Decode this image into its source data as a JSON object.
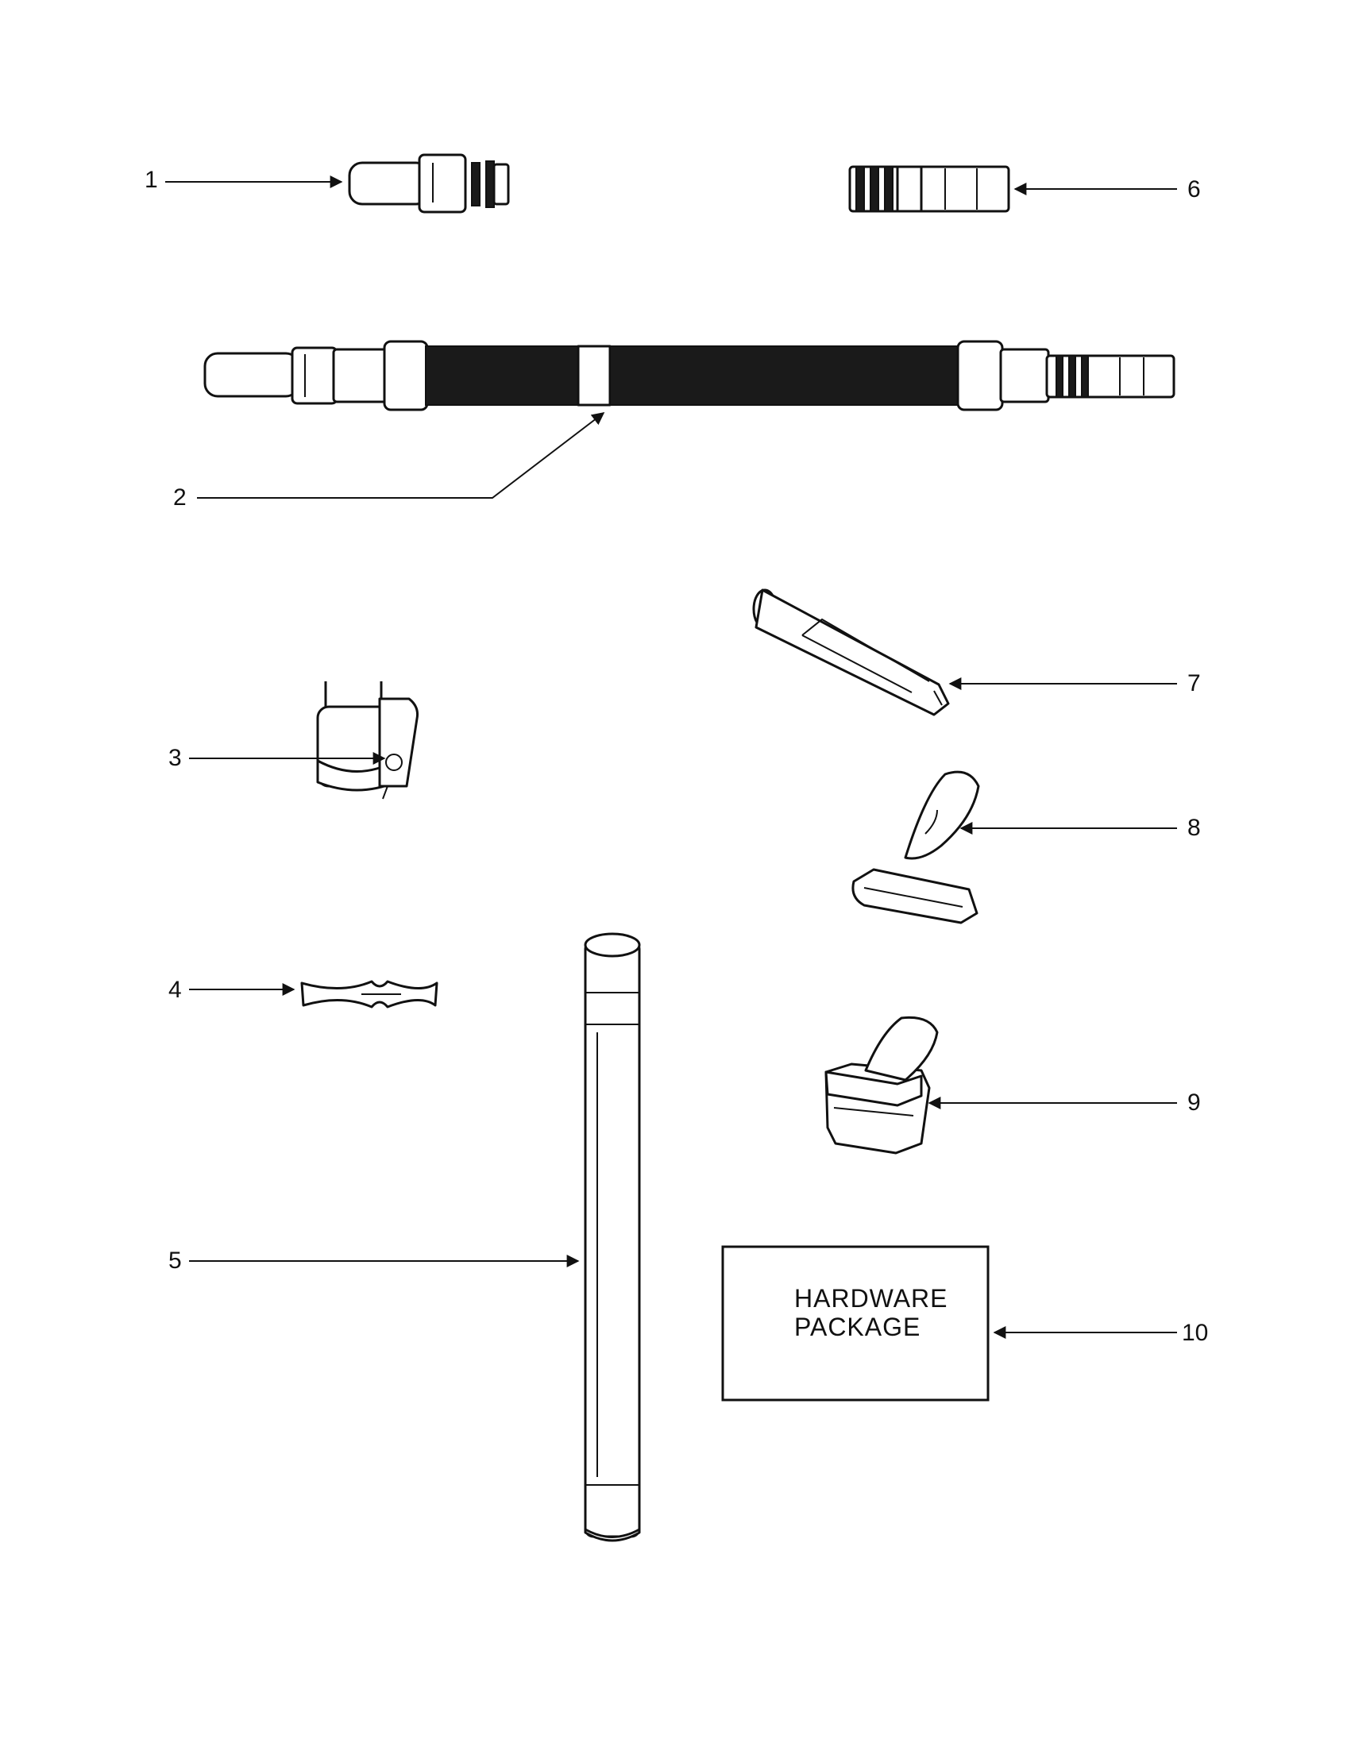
{
  "callouts": [
    "1",
    "2",
    "3",
    "4",
    "5",
    "6",
    "7",
    "8",
    "9",
    "10"
  ],
  "hardware_package": {
    "line1": "HARDWARE",
    "line2": "PACKAGE"
  },
  "colors": {
    "ink": "#111111",
    "paper": "#ffffff"
  }
}
